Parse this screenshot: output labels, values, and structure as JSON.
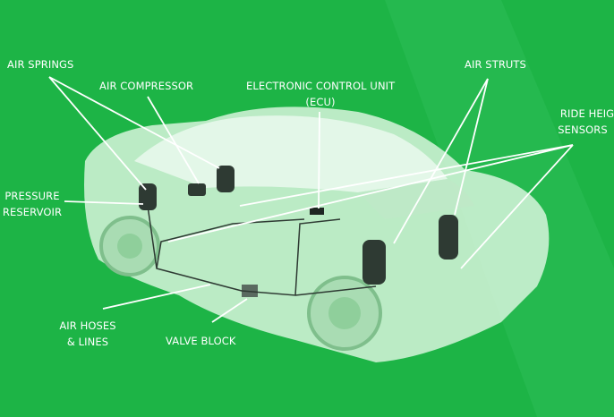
{
  "colors": {
    "background": "#1db446",
    "car_body": "#c9f0cf",
    "leader_line": "#ffffff"
  },
  "labels": {
    "air_springs": "AIR SPRINGS",
    "air_compressor": "AIR COMPRESSOR",
    "ecu_line1": "ELECTRONIC CONTROL UNIT",
    "ecu_line2": "(ECU)",
    "air_struts": "AIR STRUTS",
    "ride_height_line1": "RIDE HEIGHT",
    "ride_height_line2": "SENSORS",
    "pressure_line1": "PRESSURE",
    "pressure_line2": "RESERVOIR",
    "hoses_line1": "AIR HOSES",
    "hoses_line2": "& LINES",
    "valve_block": "VALVE BLOCK"
  }
}
